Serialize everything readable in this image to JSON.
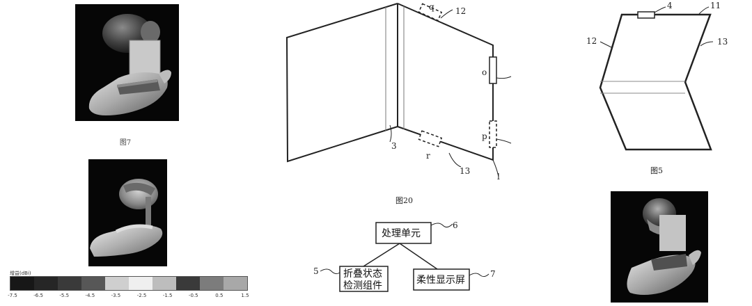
{
  "figure_7": {
    "caption": "图7"
  },
  "figure_20": {
    "caption": "图20",
    "labels": {
      "q": "q",
      "ref_12": "12",
      "o": "o",
      "p": "p",
      "r": "r",
      "ref_13": "13",
      "ref_3": "3",
      "ref_l": "l"
    }
  },
  "figure_5": {
    "caption": "图5",
    "labels": {
      "ref_4": "4",
      "ref_11": "11",
      "ref_12": "12",
      "ref_13": "13"
    }
  },
  "block_diagram": {
    "processing_unit": {
      "label": "处理单元",
      "ref": "6"
    },
    "fold_detector": {
      "line1": "折叠状态",
      "line2": "检测组件",
      "ref": "5"
    },
    "flexible_display": {
      "label": "柔性显示屏",
      "ref": "7"
    }
  },
  "color_scale": {
    "title": "增益(dBi)",
    "ticks": [
      "-7.5",
      "-6.5",
      "-5.5",
      "-4.5",
      "-3.5",
      "-2.5",
      "-1.5",
      "-0.5",
      "0.5",
      "1.5"
    ],
    "colors": [
      "#171717",
      "#262626",
      "#3a3a3a",
      "#575757",
      "#cfcfcf",
      "#efefef",
      "#bdbdbd",
      "#3a3a3a",
      "#7c7c7c",
      "#a8a8a8"
    ]
  }
}
